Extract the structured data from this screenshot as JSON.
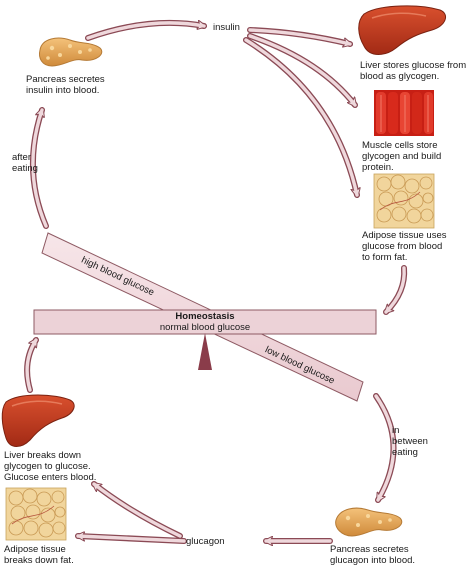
{
  "labels": {
    "insulin": "insulin",
    "glucagon": "glucagon",
    "pancreas_insulin": "Pancreas secretes\ninsulin into blood.",
    "liver_stores": "Liver stores glucose from\nblood as glycogen.",
    "muscle": "Muscle cells store\nglycogen and build\nprotein.",
    "adipose_fat": "Adipose tissue uses\nglucose from blood\nto form fat.",
    "after_eating": "after\neating",
    "in_between": "in\nbetween\neating",
    "high_glucose": "high blood glucose",
    "low_glucose": "low blood glucose",
    "homeostasis": "Homeostasis",
    "normal": "normal blood glucose",
    "liver_breaks": "Liver breaks down\nglycogen to glucose.\nGlucose enters blood.",
    "adipose_breaks": "Adipose tissue\nbreaks down fat.",
    "pancreas_glucagon": "Pancreas secretes\nglucagon into blood."
  },
  "colors": {
    "arrow": "#c4878f",
    "arrow_dark": "#8b4a55",
    "bar_fill": "#f1dde1",
    "organ_liver": "#c0391f",
    "pancreas": "#e0a050",
    "muscle": "#d22b1f",
    "adipose": "#efd49a"
  },
  "icons": [
    "pancreas-icon",
    "liver-icon",
    "muscle-cells-icon",
    "adipose-tissue-icon",
    "fulcrum-icon"
  ]
}
